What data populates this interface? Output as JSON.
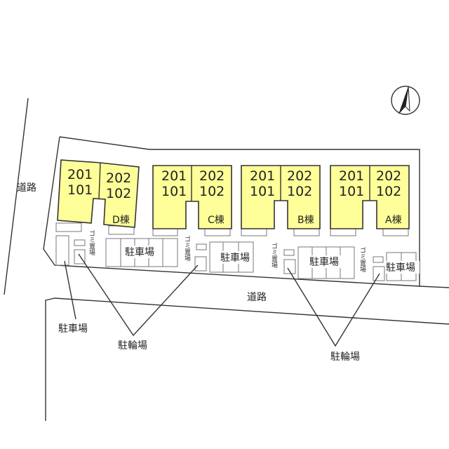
{
  "colors": {
    "building_fill": "#ffff99",
    "line": "#333333"
  },
  "compass": {
    "icon": "north-arrow-icon"
  },
  "roads": {
    "left": "道路",
    "bottom": "道路"
  },
  "buildings": [
    {
      "name": "D棟",
      "upper_left": "201",
      "lower_left": "101",
      "upper_right": "202",
      "lower_right": "102"
    },
    {
      "name": "C棟",
      "upper_left": "201",
      "lower_left": "101",
      "upper_right": "202",
      "lower_right": "102"
    },
    {
      "name": "B棟",
      "upper_left": "201",
      "lower_left": "101",
      "upper_right": "202",
      "lower_right": "102"
    },
    {
      "name": "A棟",
      "upper_left": "201",
      "lower_left": "101",
      "upper_right": "202",
      "lower_right": "102"
    }
  ],
  "parking": [
    "駐車場",
    "駐車場",
    "駐車場",
    "駐車場"
  ],
  "garbage": [
    "ゴミ置場",
    "ゴミ置場",
    "ゴミ置場",
    "ゴミ置場"
  ],
  "callouts": {
    "parking_left": "駐車場",
    "bicycle_left": "駐輪場",
    "bicycle_right": "駐輪場"
  }
}
